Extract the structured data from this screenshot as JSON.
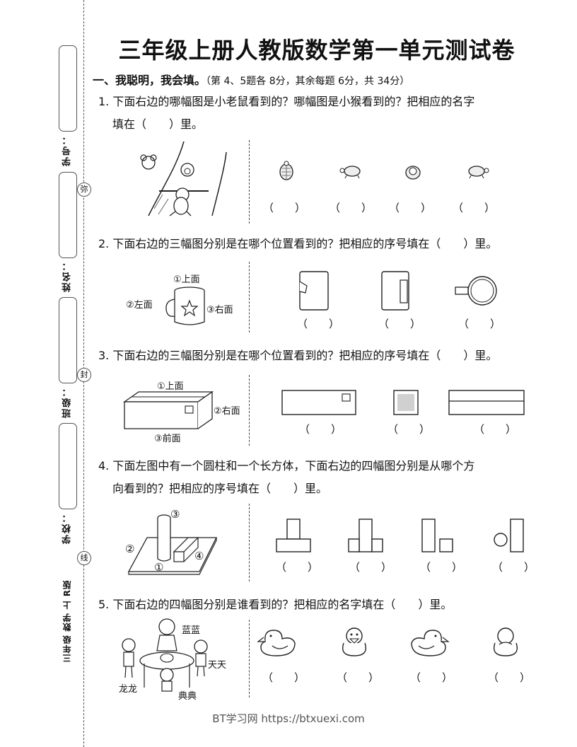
{
  "title": "三年级上册人教版数学第一单元测试卷",
  "section": {
    "heading": "一、我聪明，我会填。",
    "note": "（第 4、5题各 8分，其余每题 6分，共 34分）"
  },
  "margin": {
    "labels": [
      "学号：",
      "姓名：",
      "班级：",
      "学校："
    ],
    "cut_marks": [
      "弥",
      "封",
      "线"
    ],
    "edition": "三年级 数学 上 R版"
  },
  "questions": [
    {
      "number": "1.",
      "text_line1": "下面右边的哪幅图是小老鼠看到的？哪幅图是小猴看到的？把相应的名字",
      "text_line2": "填在（　　）里。",
      "blanks": [
        "（　　）",
        "（　　）",
        "（　　）",
        "（　　）"
      ]
    },
    {
      "number": "2.",
      "text": "下面右边的三幅图分别是在哪个位置看到的？把相应的序号填在（　　）里。",
      "labels": {
        "top": "①上面",
        "left": "②左面",
        "right": "③右面"
      },
      "blanks": [
        "（　　）",
        "（　　）",
        "（　　）"
      ]
    },
    {
      "number": "3.",
      "text": "下面右边的三幅图分别是在哪个位置看到的？把相应的序号填在（　　）里。",
      "labels": {
        "top": "①上面",
        "right": "②右面",
        "front": "③前面"
      },
      "blanks": [
        "（　　）",
        "（　　）",
        "（　　）"
      ]
    },
    {
      "number": "4.",
      "text_line1": "下面左图中有一个圆柱和一个长方体，下面右边的四幅图分别是从哪个方",
      "text_line2": "向看到的？把相应的序号填在（　　）里。",
      "labels": [
        "①",
        "②",
        "③",
        "④"
      ],
      "blanks": [
        "（　　）",
        "（　　）",
        "（　　）",
        "（　　）"
      ]
    },
    {
      "number": "5.",
      "text": "下面右边的四幅图分别是谁看到的？把相应的名字填在（　　）里。",
      "names": {
        "top": "蓝蓝",
        "right": "天天",
        "left": "龙龙",
        "bottom": "典典"
      },
      "blanks": [
        "（　　）",
        "（　　）",
        "（　　）",
        "（　　）"
      ]
    }
  ],
  "footer": "BT学习网 https://btxuexi.com"
}
